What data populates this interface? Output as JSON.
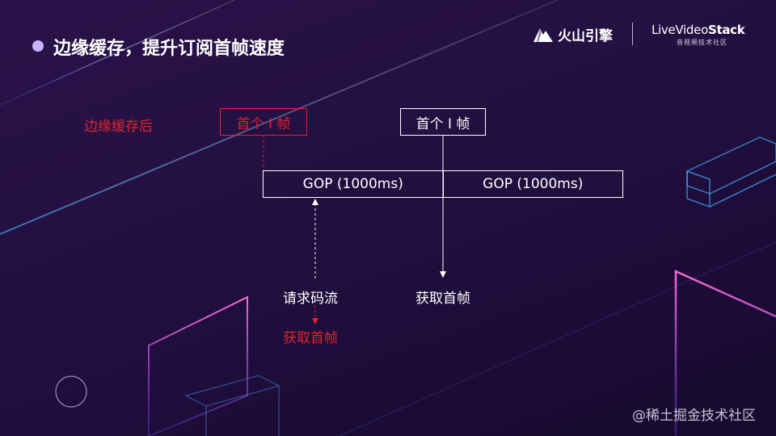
{
  "header": {
    "title": "边缘缓存，提升订阅首帧速度",
    "logo_primary": "火山引擎",
    "logo_secondary_main_a": "LiveVideo",
    "logo_secondary_main_b": "Stack",
    "logo_secondary_sub": "音视频技术社区"
  },
  "diagram": {
    "after_cache_label": "边缘缓存后",
    "first_iframe_red": "首个 I 帧",
    "first_iframe_white": "首个 I 帧",
    "gop_segments": [
      "GOP (1000ms)",
      "GOP (1000ms)"
    ],
    "request_stream": "请求码流",
    "get_first_frame_red": "获取首帧",
    "get_first_frame_white": "获取首帧"
  },
  "footer": {
    "watermark": "@稀土掘金技术社区"
  },
  "colors": {
    "accent_red": "#e0242c",
    "title_dot": "#c9b3ff"
  }
}
